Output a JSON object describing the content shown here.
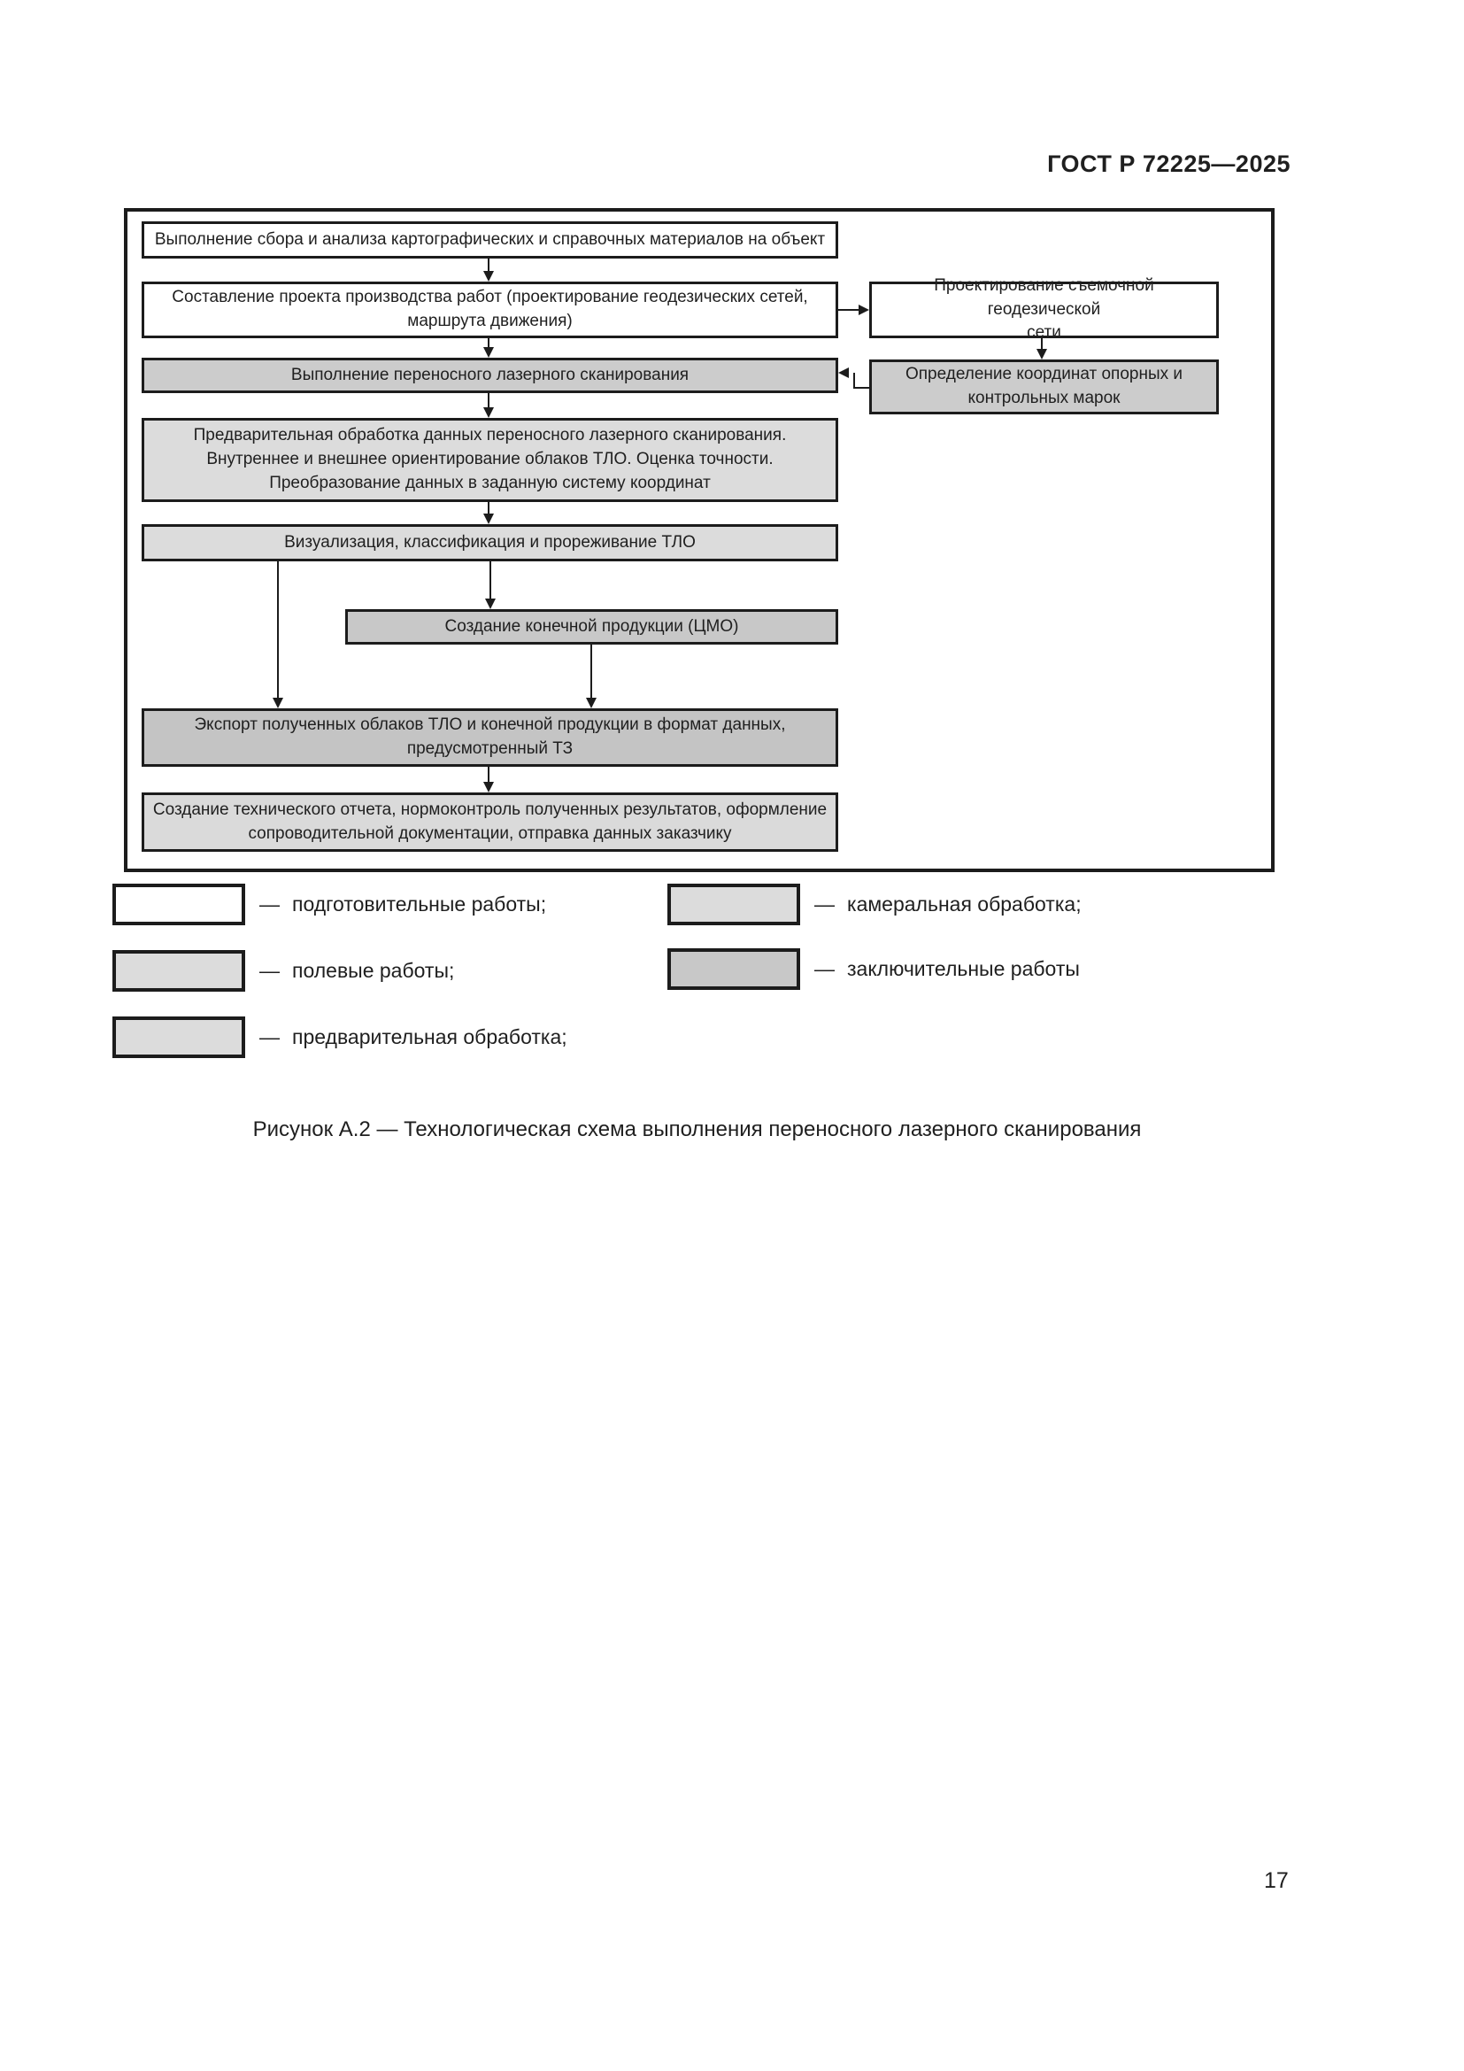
{
  "header": {
    "title": "ГОСТ Р 72225—2025"
  },
  "flowchart": {
    "nodes": [
      {
        "text": "Выполнение сбора и анализа картографических и справочных материалов на объект",
        "fill": "#ffffff"
      },
      {
        "text": "Составление проекта производства работ (проектирование геодезических сетей,\nмаршрута движения)",
        "fill": "#ffffff"
      },
      {
        "text": "Проектирование съемочной геодезической\nсети",
        "fill": "#ffffff"
      },
      {
        "text": "Выполнение переносного лазерного сканирования",
        "fill": "#cccccc"
      },
      {
        "text": "Определение координат опорных и\nконтрольных марок",
        "fill": "#cccccc"
      },
      {
        "text": "Предварительная обработка данных переносного лазерного сканирования.\nВнутреннее и внешнее ориентирование облаков ТЛО. Оценка точности.\nПреобразование данных в заданную систему координат",
        "fill": "#dcdcdc"
      },
      {
        "text": "Визуализация, классификация и прореживание ТЛО",
        "fill": "#dcdcdc"
      },
      {
        "text": "Создание конечной продукции (ЦМО)",
        "fill": "#c8c8c8"
      },
      {
        "text": "Экспорт полученных облаков ТЛО и конечной продукции в формат данных,\nпредусмотренный ТЗ",
        "fill": "#c4c4c4"
      },
      {
        "text": "Создание технического отчета, нормоконтроль полученных результатов, оформление\nсопроводительной документации, отправка данных заказчику",
        "fill": "#dadada"
      }
    ]
  },
  "legend": {
    "dash": "—",
    "items": [
      {
        "label": "подготовительные работы;",
        "fill": "#ffffff"
      },
      {
        "label": "полевые работы;",
        "fill": "#dcdcdc"
      },
      {
        "label": "предварительная обработка;",
        "fill": "#dcdcdc"
      },
      {
        "label": "камеральная обработка;",
        "fill": "#dcdcdc"
      },
      {
        "label": "заключительные работы",
        "fill": "#c8c8c8"
      }
    ]
  },
  "caption": "Рисунок А.2 — Технологическая схема выполнения переносного лазерного сканирования",
  "page_number": "17"
}
